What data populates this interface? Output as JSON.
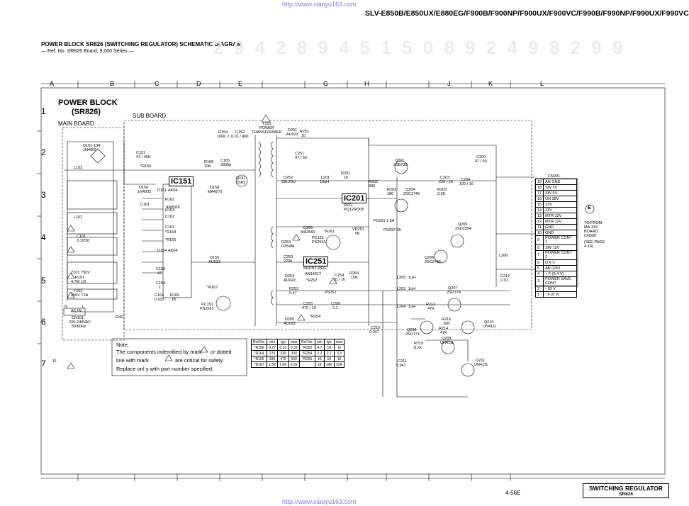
{
  "header": {
    "url": "http://www.xiaoyu163.com",
    "model": "SLV-E850B/E850UX/E880EG/F900B/F900NP/F900UX/F900VC/F990B/F990NP/F990UX/F990VC",
    "title": "POWER BLOCK SR826 (SWITCHING REGULATOR) SCHEMATIC DIAGRAM",
    "subtitle": "— Ref. No. SR826 Board; 9,000 Series —",
    "watermark_digits": "2 9 4 2 8 9 4 5 1 5 0   8 9 2 4 9 8 2 9 9"
  },
  "grid": {
    "columns": [
      "A",
      "B",
      "C",
      "D",
      "E",
      "G",
      "H",
      "J",
      "K",
      "L"
    ],
    "rows": [
      "1",
      "2",
      "3",
      "4",
      "5",
      "6",
      "7"
    ]
  },
  "blocks": {
    "power_block": "POWER BLOCK",
    "power_block_ref": "(SR826)",
    "main_board": "MAIN BOARD",
    "sub_board": "SUB BOARD"
  },
  "ics": {
    "ic151": "IC151",
    "ic201": "IC201",
    "ic251": "IC251",
    "ic251_name": "SHUNT REG.",
    "ic201_name": "REG.",
    "ic201_part": "PQ12RD08"
  },
  "parts": {
    "t151": "T151",
    "t151_name": "POWER",
    "t151_name2": "TRANSFORMER",
    "d101": "D101-104",
    "d101_part": "1N4005",
    "l103": "L103",
    "l102": "L102",
    "c101": "C101",
    "c101_val": "0.1/250",
    "z101": "Z101 750V",
    "r101": "R101",
    "r101_val": "4.7M 1/2",
    "f101": "F101",
    "f101_val": "250V T2A",
    "cn101": "CN101",
    "ac_in": "AC IN",
    "ac_val": "220-240VAC",
    "ac_hz": "50/60Hz",
    "n": "N",
    "l": "L",
    "gnd": "GND",
    "c151": "C151",
    "c151_val": "47 / 400",
    "r156": "*R156",
    "d156": "D156",
    "d156_part": "1N4005",
    "r154": "R154",
    "r154_val": "100K 2",
    "c152": "C152",
    "c152_val": "0.01 / 400",
    "d251": "D251",
    "d251_part": "AU02Z",
    "r251": "R251",
    "r251_val": "10",
    "c251": "C251",
    "c251_val": "47 / 50",
    "q151": "Q151",
    "q151_part": "2SK2",
    "d252": "D252",
    "d252_part": "S2L20U",
    "l201": "L201",
    "l201_val": "10uH",
    "r201": "R201",
    "r201_val": "1K",
    "q201": "Q201",
    "q201_part": "2SB733",
    "c209": "C209",
    "c209_val": "47 / 50",
    "r202": "R202",
    "r202_val": "680",
    "r203": "R203",
    "r203_val": "180",
    "q204": "Q204",
    "q204_part": "2SC1740",
    "r205": "R205",
    "r205_val": "2.2K",
    "c203": "C203",
    "c203_val": "220 / 16",
    "c204": "C204",
    "c204_val": "100 / 16",
    "q205": "Q205",
    "q205_part": "2SD2394",
    "q206": "Q206",
    "q206_part": "2SC2785",
    "q207": "Q207",
    "q207_part": "2SD774",
    "q208": "Q208",
    "q208_part": "2SD774",
    "q209": "Q209",
    "q209_part": "UN4111",
    "q210": "Q210",
    "q210_part": "UN4111",
    "q211": "Q211",
    "q211_part": "UN4111",
    "l205": "L205",
    "l205_val": "1uH",
    "l203": "L203",
    "l203_val": "1uH",
    "l204": "L204",
    "l204_val": "1uH",
    "c210": "C210",
    "c210_val": "0.047",
    "c211": "C211",
    "c211_val": "0.047",
    "c212": "C212",
    "c212_val": "0.01",
    "l206": "L206",
    "r213": "R213",
    "r213_val": "47K",
    "r214": "R214",
    "r214_val": "47K",
    "r215": "R215",
    "r215_val": "8.2K",
    "r216": "R216",
    "r216_val": "10K",
    "ps151": "PS151",
    "ps151_val": "1.6A",
    "ps202": "PS202",
    "ps202_val": "2A",
    "pc151": "PC151",
    "pc151_part": "PS2561",
    "d255": "D255",
    "d255_part": "AU02Z",
    "d254": "D254",
    "d254_part": "AU02Z",
    "r253": "R253",
    "r253_val": "0.47",
    "r252": "*R252",
    "r254": "*R254",
    "r261": "*R261",
    "d256": "D256",
    "d256_part": "MA2560",
    "d253": "D253",
    "d253_part": "D3S4M",
    "c253": "C253",
    "c253_val": "2200",
    "c255": "C255",
    "c255_val": "470 / 10",
    "c256": "C256",
    "c256_val": "0.1",
    "c254": "C254",
    "c254_val": "10 / 16",
    "r264": "R264",
    "r264_val": "15K",
    "vr251": "VR251",
    "vr251_val": "5K",
    "ps251": "PS251",
    "ic251_part": "AN1431T",
    "d151": "D151",
    "d151_part": "AK04",
    "d154": "D154",
    "d154_part": "AK04",
    "d155": "D155",
    "d155_part": "AU02Z",
    "d158": "D158",
    "d158_part": "MA4270",
    "c165": "C165",
    "c165_val": "3300p",
    "r168": "R168",
    "r168_val": "10K",
    "c153": "C153",
    "c153_val": "47",
    "c154": "C154",
    "c154_val": "1",
    "c164": "C164",
    "c164_val": "0.033",
    "r166": "R166",
    "r166_val": "1K",
    "r167": "*R167",
    "pc151b": "PC151",
    "pc151b_part": "PS2561",
    "ic151_part": "AN8026",
    "r162": "R162",
    "r163": "R163",
    "r164": "*R164",
    "r165": "*R165",
    "c161": "C161",
    "c162": "C162",
    "c163": "C163"
  },
  "connector": {
    "name": "CN201",
    "target": "TO/FROM",
    "target2": "MA-316",
    "target3": "BOARD",
    "target4": "CN600",
    "see_page": "(SEE PAGE",
    "see_page2": "4-16)",
    "pins": [
      {
        "n": "19",
        "label": "AN GND"
      },
      {
        "n": "18",
        "label": "SW 5V"
      },
      {
        "n": "17",
        "label": "SW 5V"
      },
      {
        "n": "16",
        "label": "UN 38V"
      },
      {
        "n": "15",
        "label": "13V"
      },
      {
        "n": "14",
        "label": "13V"
      },
      {
        "n": "13",
        "label": "MTR 12V"
      },
      {
        "n": "12",
        "label": "MTR 12V"
      },
      {
        "n": "11",
        "label": "GND"
      },
      {
        "n": "10",
        "label": "GND"
      },
      {
        "n": "9",
        "label": "POWER CONT 1"
      },
      {
        "n": "8",
        "label": "SW 12V"
      },
      {
        "n": "7",
        "label": "POWER CONT 2"
      },
      {
        "n": "6",
        "label": "D 6 V"
      },
      {
        "n": "5",
        "label": "AB GND"
      },
      {
        "n": "4",
        "label": "+ F (5.4 V)"
      },
      {
        "n": "3",
        "label": "POWER SAVE CONT"
      },
      {
        "n": "2",
        "label": "- 30 V"
      },
      {
        "n": "1",
        "label": "- F (0 V)"
      }
    ],
    "marker": "E"
  },
  "note": {
    "title": "Note:",
    "line1": "The components indentified by mark",
    "line1b": "or dotted",
    "line2": "line with mark",
    "line2b": "are critical for safety.",
    "line3": "Replace onl y with part number specified."
  },
  "resistor_table": {
    "headers": [
      "Ref.No.",
      "min",
      "typ",
      "max",
      "Ref.No.",
      "min",
      "typ",
      "max"
    ],
    "rows": [
      [
        "*R156",
        "0.27",
        "0.33",
        "0.39",
        "*R252",
        "4.7",
        "10",
        "10"
      ],
      [
        "*R164",
        "270",
        "330",
        "330",
        "*R254",
        "2.2",
        "2.7",
        "3.3"
      ],
      [
        "*R165",
        "330",
        "470",
        "560",
        "*R265",
        "1K",
        "10",
        "10"
      ],
      [
        "*R167",
        "1.5K",
        "1.8K",
        "2.2K",
        "",
        "1K",
        "10K",
        "22K"
      ]
    ]
  },
  "footer": {
    "page": "4-56E",
    "section": "SWITCHING REGULATOR",
    "board": "SR826",
    "url": "http://www.xiaoyu163.com",
    "small_num": "16"
  },
  "colors": {
    "line": "#000000",
    "url": "#7a7aff",
    "watermark": "#e9e9e9"
  }
}
